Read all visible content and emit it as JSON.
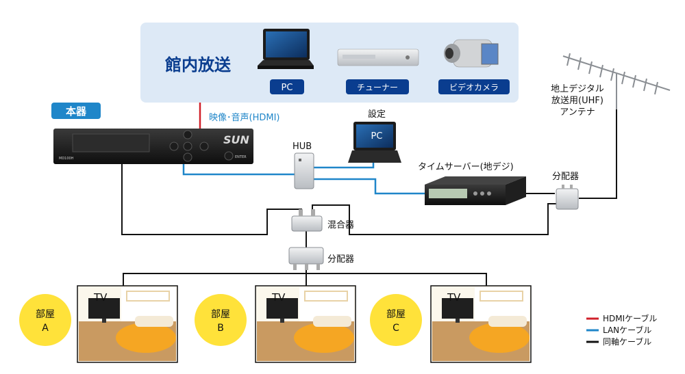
{
  "broadcast_panel": {
    "title": "館内放送"
  },
  "devices": {
    "pc_label": "PC",
    "tuner_label": "チューナー",
    "camera_label": "ビデオカメラ",
    "main_unit_label": "本器",
    "main_unit_logo": "SUN",
    "main_unit_model": "MD100H",
    "main_unit_enter": "ENTER",
    "hdmi_signal_label": "映像･音声(HDMI)",
    "settings_label": "設定",
    "settings_pc_label": "PC",
    "hub_label": "HUB",
    "time_server_label": "タイムサーバー(地デジ)",
    "splitter_top_label": "分配器",
    "antenna_label_line1": "地上デジタル",
    "antenna_label_line2": "放送用(UHF)",
    "antenna_label_line3": "アンテナ",
    "mixer_label": "混合器",
    "splitter_bottom_label": "分配器"
  },
  "rooms": [
    {
      "line1": "部屋",
      "line2": "A",
      "tv_label": "TV"
    },
    {
      "line1": "部屋",
      "line2": "B",
      "tv_label": "TV"
    },
    {
      "line1": "部屋",
      "line2": "C",
      "tv_label": "TV"
    }
  ],
  "legend": [
    {
      "label": "HDMIケーブル",
      "color": "#d0202a"
    },
    {
      "label": "LANケーブル",
      "color": "#1f86c9"
    },
    {
      "label": "同軸ケーブル",
      "color": "#111111"
    }
  ],
  "colors": {
    "hdmi": "#d0202a",
    "lan": "#1f86c9",
    "coax": "#111111",
    "panel_bg": "#dde9f6",
    "device_label_bg": "#0a3d8f",
    "room_circle": "#ffe23a"
  }
}
